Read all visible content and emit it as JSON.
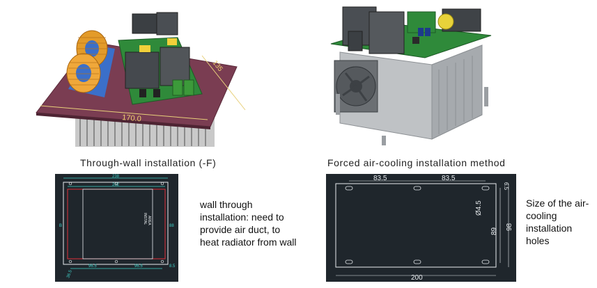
{
  "left_figure": {
    "render_dimension": "170.0",
    "render_side_dimension": "135",
    "caption": "Through-wall installation (-F)",
    "drawing": {
      "top_width": "238",
      "inner_width": "202",
      "spacing_1": "96.5",
      "spacing_2": "96.5",
      "bottom_offset": "36.5",
      "corner_offset": "8.5",
      "side_label": "B",
      "side_label_2": "88",
      "center_text_1": "INSTAL",
      "center_text_2": "AREA"
    },
    "note": "wall through installation:  need to provide air duct, to heat radiator from wall"
  },
  "right_figure": {
    "caption": "Forced air-cooling installation method",
    "drawing": {
      "spacing_1": "83.5",
      "spacing_2": "83.5",
      "hole_dia": "Ø4.5",
      "height_inner": "89",
      "height_outer": "98",
      "top_offset": "6.5",
      "width": "200"
    },
    "note": "Size of the air-cooling installation holes"
  },
  "colors": {
    "drawing_bg": "#1f262c",
    "drawing_line": "#e8ecef",
    "drawing_dim": "#3fd0c8",
    "drawing_red": "#e0303a",
    "pcb_maroon": "#7a3d52"
  }
}
